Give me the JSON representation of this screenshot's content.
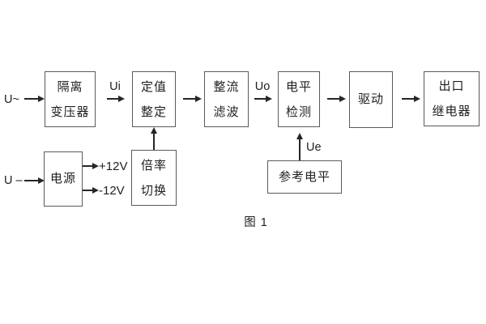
{
  "diagram": {
    "inputs": {
      "ac_input_label": "U~",
      "dc_input_label": "U –"
    },
    "signals": {
      "ui": "Ui",
      "uo": "Uo",
      "ue": "Ue"
    },
    "blocks": {
      "isolation_transformer": {
        "line1": "隔离",
        "line2": "变压器"
      },
      "setting_adjustment": {
        "line1": "定值",
        "line2": "整定"
      },
      "rectifier_filter": {
        "line1": "整流",
        "line2": "滤波"
      },
      "level_detection": {
        "line1": "电平",
        "line2": "检测"
      },
      "drive": {
        "label": "驱动"
      },
      "output_relay": {
        "line1": "出口",
        "line2": "继电器"
      },
      "power_supply": {
        "label": "电源"
      },
      "multiplier_switch": {
        "line1": "倍率",
        "line2": "切换"
      },
      "reference_level": {
        "label": "参考电平"
      }
    },
    "power_rails": {
      "positive": "+12V",
      "negative": "-12V"
    },
    "caption": "图 1",
    "colors": {
      "background": "#ffffff",
      "box_border": "#5a5a5a",
      "text": "#1f1f1f",
      "line": "#262626"
    }
  }
}
